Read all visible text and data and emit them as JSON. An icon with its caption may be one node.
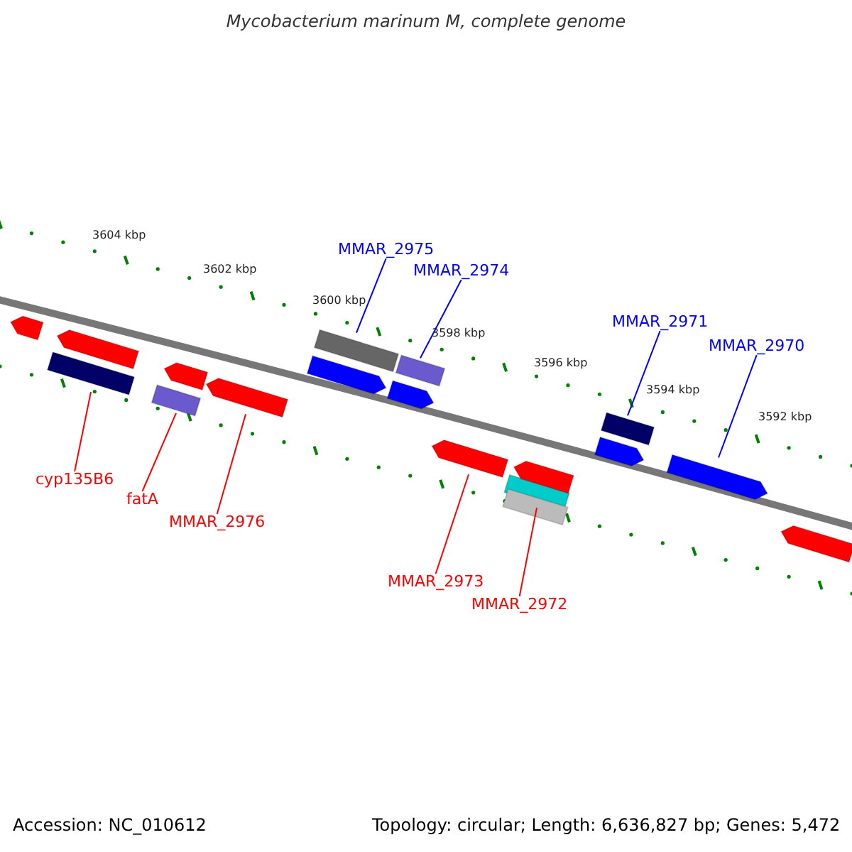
{
  "diagram": {
    "title": "Mycobacterium marinum M, complete genome",
    "nodes": [
      {
        "text": [
          "MMAR_2975"
        ]
      },
      {
        "text": [
          "MMAR_2974"
        ]
      },
      {
        "text": [
          "MMAR_2971"
        ]
      },
      {
        "text": [
          "MMAR_2970"
        ]
      },
      {
        "text": [
          "cyp135B6"
        ]
      },
      {
        "text": [
          "fatA"
        ]
      },
      {
        "text": [
          "MMAR_2976"
        ]
      },
      {
        "text": [
          "MMAR_2973"
        ]
      },
      {
        "text": [
          "MMAR_2972"
        ]
      },
      {
        "text": [],
        "shape": "bar"
      },
      {
        "text": [],
        "shape": "bar"
      },
      {
        "text": [],
        "shape": "bar"
      },
      {
        "text": [],
        "shape": "bar"
      },
      {
        "text": [],
        "shape": "bar"
      },
      {
        "text": [],
        "shape": "bar"
      },
      {
        "text": [],
        "shape": "bar"
      },
      {
        "text": [],
        "shape": "bar"
      },
      {
        "text": [],
        "shape": "bar"
      },
      {
        "text": [],
        "shape": "bar"
      },
      {
        "text": [],
        "shape": "bar"
      },
      {
        "text": [],
        "shape": "bar"
      },
      {
        "text": [],
        "shape": "bar"
      },
      {
        "text": [],
        "shape": "bar"
      },
      {
        "text": [],
        "shape": "bar"
      },
      {
        "text": [],
        "shape": "bar"
      },
      {
        "text": [],
        "shape": "bar"
      },
      {
        "text": [],
        "shape": "bar"
      }
    ],
    "edges": [
      {
        "from": 0,
        "to": 16,
        "arrow": "none",
        "color": "#0000ff"
      },
      {
        "from": 1,
        "to": 18,
        "arrow": "none",
        "color": "#0000ff"
      },
      {
        "from": 2,
        "to": 24,
        "arrow": "none",
        "color": "#0000ff"
      },
      {
        "from": 3,
        "to": 25,
        "arrow": "none",
        "color": "#0000ff"
      },
      {
        "from": 4,
        "to": 10,
        "arrow": "none"
      },
      {
        "from": 5,
        "to": 12,
        "arrow": "none"
      },
      {
        "from": 6,
        "to": 14,
        "arrow": "none"
      },
      {
        "from": 7,
        "to": 19,
        "arrow": "none"
      },
      {
        "from": 8,
        "to": 20,
        "arrow": "none"
      }
    ],
    "labels": [
      "3604 kbp",
      "3602 kbp",
      "3600 kbp",
      "3598 kbp",
      "3596 kbp",
      "3594 kbp",
      "3592 kbp",
      "Accession: NC_010612",
      "Topology: circular; Length: 6,636,827 bp; Genes: 5,472"
    ]
  }
}
